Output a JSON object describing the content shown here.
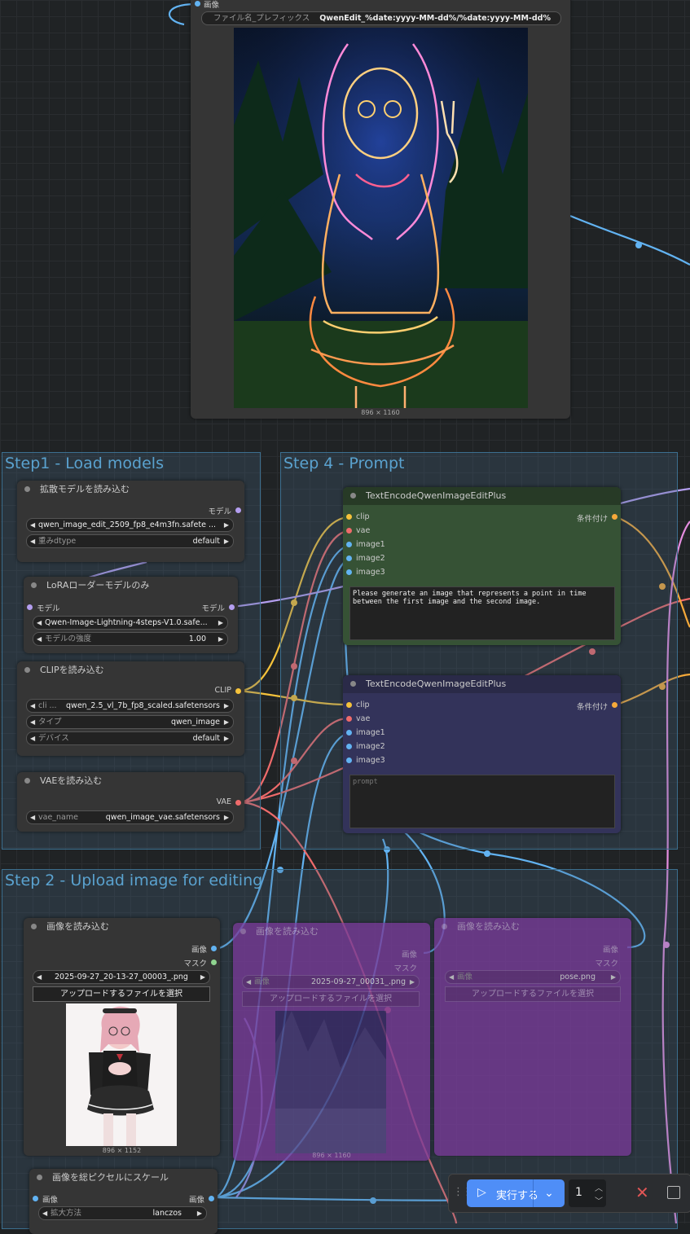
{
  "save_node": {
    "input_image": "画像",
    "prefix_label": "ファイル名_プレフィックス",
    "prefix_value": "QwenEdit_%date:yyyy-MM-dd%/%date:yyyy-MM-dd%",
    "image_dims": "896 × 1160"
  },
  "groups": {
    "step1": "Step1 - Load models",
    "step4": "Step 4 - Prompt",
    "step2": "Step 2 - Upload image for editing"
  },
  "diffusion_loader": {
    "title": "拡散モデルを読み込む",
    "output": "モデル",
    "unet_name": "qwen_image_edit_2509_fp8_e4m3fn.safete ...",
    "dtype_label": "重みdtype",
    "dtype_value": "default"
  },
  "lora_loader": {
    "title": "LoRAローダーモデルのみ",
    "input": "モデル",
    "output": "モデル",
    "lora_name": "Qwen-Image-Lightning-4steps-V1.0.safe...",
    "strength_label": "モデルの強度",
    "strength_value": "1.00"
  },
  "clip_loader": {
    "title": "CLIPを読み込む",
    "output": "CLIP",
    "clip_label": "cli ...",
    "clip_value": "qwen_2.5_vl_7b_fp8_scaled.safetensors",
    "type_label": "タイプ",
    "type_value": "qwen_image",
    "device_label": "デバイス",
    "device_value": "default"
  },
  "vae_loader": {
    "title": "VAEを読み込む",
    "output": "VAE",
    "vae_label": "vae_name",
    "vae_value": "qwen_image_vae.safetensors"
  },
  "encode_pos": {
    "title": "TextEncodeQwenImageEditPlus",
    "inputs": [
      "clip",
      "vae",
      "image1",
      "image2",
      "image3"
    ],
    "output": "条件付け",
    "prompt": "Please generate an image that represents a point in time between the first image and the second image."
  },
  "encode_neg": {
    "title": "TextEncodeQwenImageEditPlus",
    "inputs": [
      "clip",
      "vae",
      "image1",
      "image2",
      "image3"
    ],
    "output": "条件付け",
    "placeholder": "prompt"
  },
  "load_image_1": {
    "title": "画像を読み込む",
    "out_image": "画像",
    "out_mask": "マスク",
    "file": "2025-09-27_20-13-27_00003_.png",
    "upload": "アップロードするファイルを選択",
    "dims": "896 × 1152"
  },
  "load_image_2": {
    "title": "画像を読み込む",
    "out_image": "画像",
    "out_mask": "マスク",
    "file_label": "画像",
    "file": "2025-09-27_00031_.png",
    "upload": "アップロードするファイルを選択",
    "dims": "896 × 1160"
  },
  "load_image_3": {
    "title": "画像を読み込む",
    "out_image": "画像",
    "out_mask": "マスク",
    "file_label": "画像",
    "file": "pose.png",
    "upload": "アップロードするファイルを選択"
  },
  "scale_node": {
    "title": "画像を総ピクセルにスケール",
    "input": "画像",
    "output": "画像",
    "method_label": "拡大方法",
    "method_value": "lanczos"
  },
  "run_toolbar": {
    "run_label": "実行する",
    "batch_count": "1",
    "colors": {
      "run": "#4f8ef7",
      "cancel": "#e05555"
    }
  },
  "colors": {
    "clip": "#f5c23b",
    "vae": "#ef6b6b",
    "image": "#62b3f2",
    "model": "#b49ef0",
    "conditioning": "#f5a93a",
    "mask": "#8fd48f",
    "pos_node": "#2e4a2e",
    "neg_node": "#2c2c48"
  }
}
